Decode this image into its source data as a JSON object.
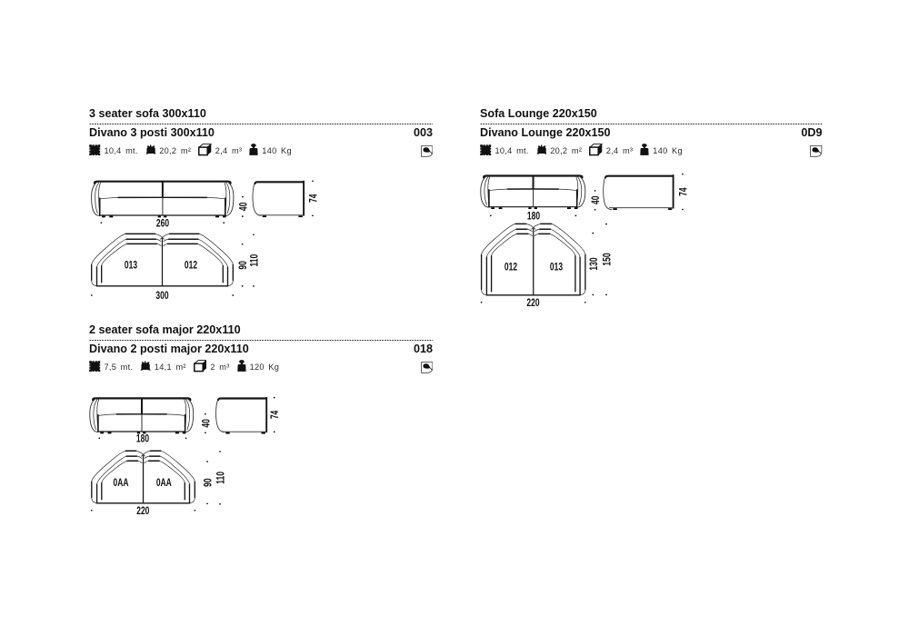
{
  "page": {
    "background": "#ffffff",
    "ink": "#121212"
  },
  "products": [
    {
      "title_en": "3 seater sofa 300x110",
      "title_it": "Divano 3 posti 300x110",
      "code": "003",
      "specs": [
        {
          "icon": "fabric-meters-icon",
          "value": "10,4",
          "unit": "mt."
        },
        {
          "icon": "leather-hide-icon",
          "value": "20,2",
          "unit": "m²"
        },
        {
          "icon": "volume-cube-icon",
          "value": "2,4",
          "unit": "m³"
        },
        {
          "icon": "weight-icon",
          "value": "140",
          "unit": "Kg"
        }
      ],
      "corner_icon": "fabric-sample-icon",
      "drawing": {
        "front_width": "260",
        "seat_height": "40",
        "total_height": "74",
        "plan_width": "300",
        "seat_depth": "90",
        "total_depth": "110",
        "modules": [
          "013",
          "012"
        ]
      }
    },
    {
      "title_en": "Sofa Lounge 220x150",
      "title_it": "Divano Lounge 220x150",
      "code": "0D9",
      "specs": [
        {
          "icon": "fabric-meters-icon",
          "value": "10,4",
          "unit": "mt."
        },
        {
          "icon": "leather-hide-icon",
          "value": "20,2",
          "unit": "m²"
        },
        {
          "icon": "volume-cube-icon",
          "value": "2,4",
          "unit": "m³"
        },
        {
          "icon": "weight-icon",
          "value": "140",
          "unit": "Kg"
        }
      ],
      "corner_icon": "fabric-sample-icon",
      "drawing": {
        "front_width": "180",
        "seat_height": "40",
        "total_height": "74",
        "plan_width": "220",
        "seat_depth": "130",
        "total_depth": "150",
        "modules": [
          "012",
          "013"
        ]
      }
    },
    {
      "title_en": "2 seater sofa major 220x110",
      "title_it": "Divano 2 posti major 220x110",
      "code": "018",
      "specs": [
        {
          "icon": "fabric-meters-icon",
          "value": "7,5",
          "unit": "mt."
        },
        {
          "icon": "leather-hide-icon",
          "value": "14,1",
          "unit": "m²"
        },
        {
          "icon": "volume-cube-icon",
          "value": "2",
          "unit": "m³"
        },
        {
          "icon": "weight-icon",
          "value": "120",
          "unit": "Kg"
        }
      ],
      "corner_icon": "fabric-sample-icon",
      "drawing": {
        "front_width": "180",
        "seat_height": "40",
        "total_height": "74",
        "plan_width": "220",
        "seat_depth": "90",
        "total_depth": "110",
        "modules": [
          "0AA",
          "0AA"
        ]
      }
    }
  ]
}
